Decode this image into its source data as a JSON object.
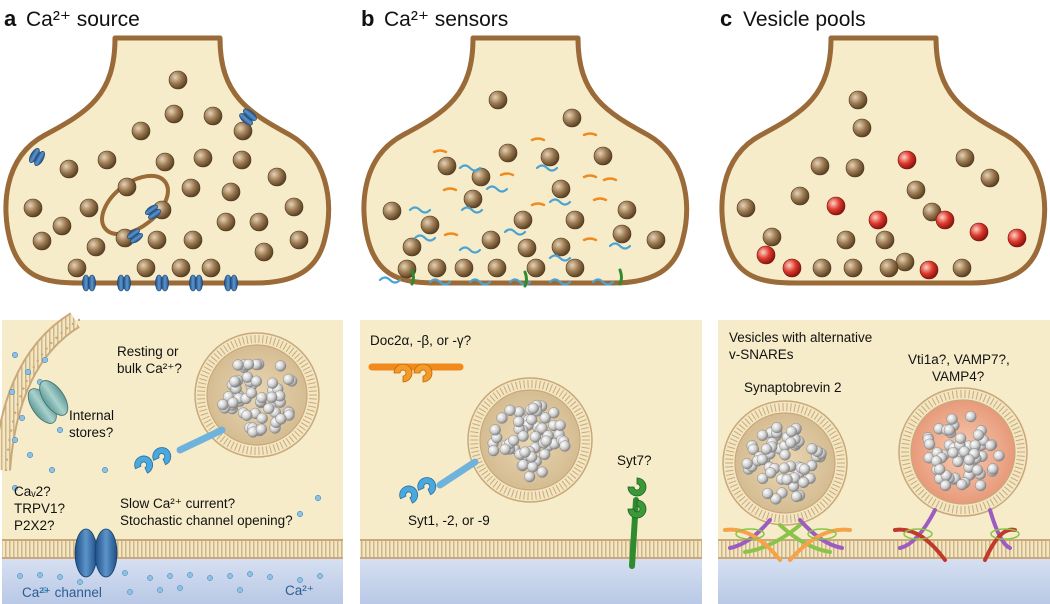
{
  "panels": [
    {
      "letter": "a",
      "title": "Ca²⁺ source"
    },
    {
      "letter": "b",
      "title": "Ca²⁺ sensors"
    },
    {
      "letter": "c",
      "title": "Vesicle pools"
    }
  ],
  "labels": {
    "resting_1": "Resting or",
    "resting_2": "bulk Ca²⁺?",
    "internal_1": "Internal",
    "internal_2": "stores?",
    "cav_1": "Caᵥ2?",
    "cav_2": "TRPV1?",
    "cav_3": "P2X2?",
    "slow_current": "Slow Ca²⁺ current?",
    "stochastic": "Stochastic channel opening?",
    "ca_channel": "Ca²⁺ channel",
    "ca_ion": "Ca²⁺",
    "doc2": "Doc2α, -β, or -γ?",
    "syt7": "Syt7?",
    "syt1": "Syt1, -2, or -9",
    "alt_vsnares_1": "Vesicles with alternative",
    "alt_vsnares_2": "v-SNAREs",
    "synaptobrevin": "Synaptobrevin 2",
    "vti_1": "Vti1a?, VAMP7?,",
    "vti_2": "VAMP4?"
  },
  "colors": {
    "cytoplasm": "#f6ecc9",
    "membrane": "#9a6a38",
    "vesicle_brown": "#8a6a45",
    "vesicle_red": "#c8221c",
    "channel_blue": "#2e6aa6",
    "syt_blue": "#3ea3d8",
    "doc2_orange": "#f08a1d",
    "syt7_green": "#2f8b2f",
    "extracellular": "#c9d5ec"
  }
}
